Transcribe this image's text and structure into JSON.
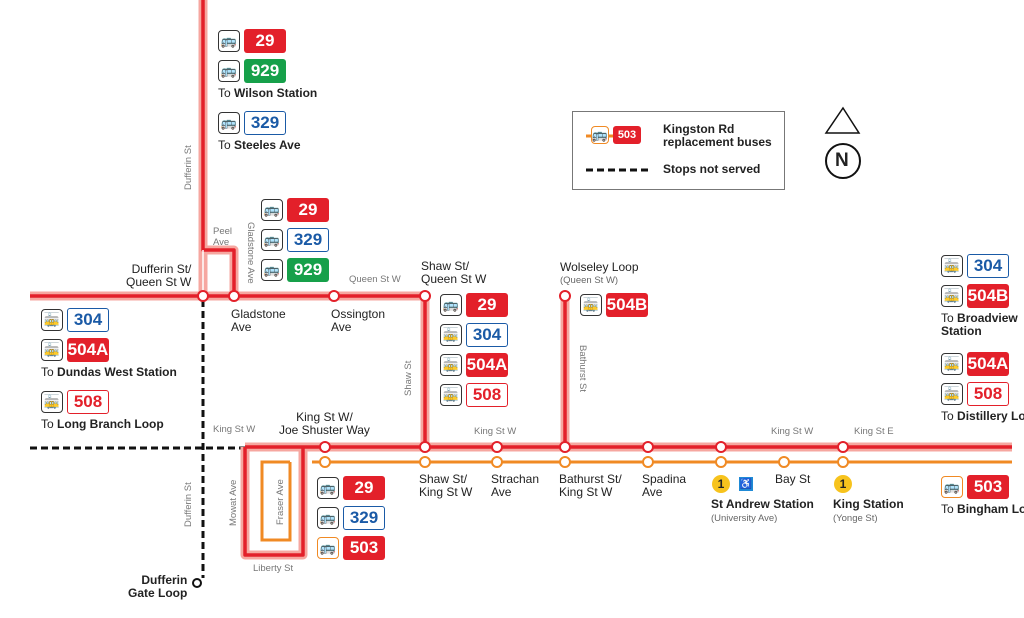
{
  "colors": {
    "red": "#e3202a",
    "pink": "#f6a7a0",
    "orange": "#f08a24",
    "green": "#16a04a",
    "blue": "#1a5aa6"
  },
  "legend": {
    "route": "503",
    "replacement": [
      "Kingston Rd",
      "replacement buses"
    ],
    "not_served": "Stops not served"
  },
  "north": "N",
  "stops": {
    "dufferin_queen": [
      "Dufferin St/",
      "Queen St W"
    ],
    "gladstone": [
      "Gladstone",
      "Ave"
    ],
    "ossington": [
      "Ossington",
      "Ave"
    ],
    "shaw_queen": [
      "Shaw St/",
      "Queen St W"
    ],
    "wolseley": "Wolseley Loop",
    "wolseley_sub": "(Queen St W)",
    "king_joe": [
      "King St W/",
      "Joe Shuster Way"
    ],
    "shaw_king": [
      "Shaw St/",
      "King St W"
    ],
    "strachan": [
      "Strachan",
      "Ave"
    ],
    "bathurst_king": [
      "Bathurst St/",
      "King St W"
    ],
    "spadina": [
      "Spadina",
      "Ave"
    ],
    "st_andrew": "St Andrew Station",
    "st_andrew_sub": "(University Ave)",
    "bay": "Bay St",
    "king_station": "King Station",
    "king_station_sub": "(Yonge St)",
    "dufferin_gate": [
      "Dufferin",
      "Gate Loop"
    ],
    "subway_line": "1"
  },
  "streets": {
    "dufferin1": "Dufferin St",
    "peel": [
      "Peel",
      "Ave"
    ],
    "gladstone": "Gladstone Ave",
    "queen": "Queen St W",
    "shaw": "Shaw St",
    "bathurst": "Bathurst St",
    "king_w1": "King St W",
    "king_w2": "King St W",
    "king_w3": "King St W",
    "king_e": "King St E",
    "mowat": "Mowat Ave",
    "fraser": "Fraser Ave",
    "liberty": "Liberty St",
    "dufferin2": "Dufferin St"
  },
  "groups": [
    {
      "id": "north",
      "rows": [
        {
          "type": "bus",
          "route": "29",
          "style": "red"
        },
        {
          "type": "bus",
          "route": "929",
          "style": "green"
        }
      ],
      "dest_pre": "To",
      "dest": "Wilson Station"
    },
    {
      "id": "north2",
      "rows": [
        {
          "type": "bus",
          "route": "329",
          "style": "blue"
        }
      ],
      "dest_pre": "To",
      "dest": "Steeles Ave"
    },
    {
      "id": "gladstone",
      "rows": [
        {
          "type": "bus",
          "route": "29",
          "style": "red"
        },
        {
          "type": "bus",
          "route": "329",
          "style": "blue"
        },
        {
          "type": "bus",
          "route": "929",
          "style": "green"
        }
      ]
    },
    {
      "id": "west1",
      "rows": [
        {
          "type": "tram",
          "route": "304",
          "style": "blue"
        },
        {
          "type": "tram",
          "route": "504A",
          "style": "red"
        }
      ],
      "dest_pre": "To",
      "dest": "Dundas West Station"
    },
    {
      "id": "west2",
      "rows": [
        {
          "type": "tram",
          "route": "508",
          "style": "redo"
        }
      ],
      "dest_pre": "To",
      "dest": "Long Branch Loop"
    },
    {
      "id": "shaw",
      "rows": [
        {
          "type": "bus",
          "route": "29",
          "style": "red"
        },
        {
          "type": "tram",
          "route": "304",
          "style": "blue"
        },
        {
          "type": "tram",
          "route": "504A",
          "style": "red"
        },
        {
          "type": "tram",
          "route": "508",
          "style": "redo"
        }
      ]
    },
    {
      "id": "wolseley",
      "rows": [
        {
          "type": "tram",
          "route": "504B",
          "style": "red"
        }
      ]
    },
    {
      "id": "east1",
      "rows": [
        {
          "type": "tram",
          "route": "304",
          "style": "blue"
        },
        {
          "type": "tram",
          "route": "504B",
          "style": "red"
        }
      ],
      "dest_pre": "To",
      "dest": "Broadview Station"
    },
    {
      "id": "east2",
      "rows": [
        {
          "type": "tram",
          "route": "504A",
          "style": "red"
        },
        {
          "type": "tram",
          "route": "508",
          "style": "redo"
        }
      ],
      "dest_pre": "To",
      "dest": "Distillery Loop"
    },
    {
      "id": "liberty",
      "rows": [
        {
          "type": "bus",
          "route": "29",
          "style": "red"
        },
        {
          "type": "bus",
          "route": "329",
          "style": "blue"
        },
        {
          "type": "orangebus",
          "route": "503",
          "style": "red"
        }
      ]
    },
    {
      "id": "east3",
      "rows": [
        {
          "type": "orangebus",
          "route": "503",
          "style": "red"
        }
      ],
      "dest_pre": "To",
      "dest": "Bingham Loop"
    }
  ]
}
